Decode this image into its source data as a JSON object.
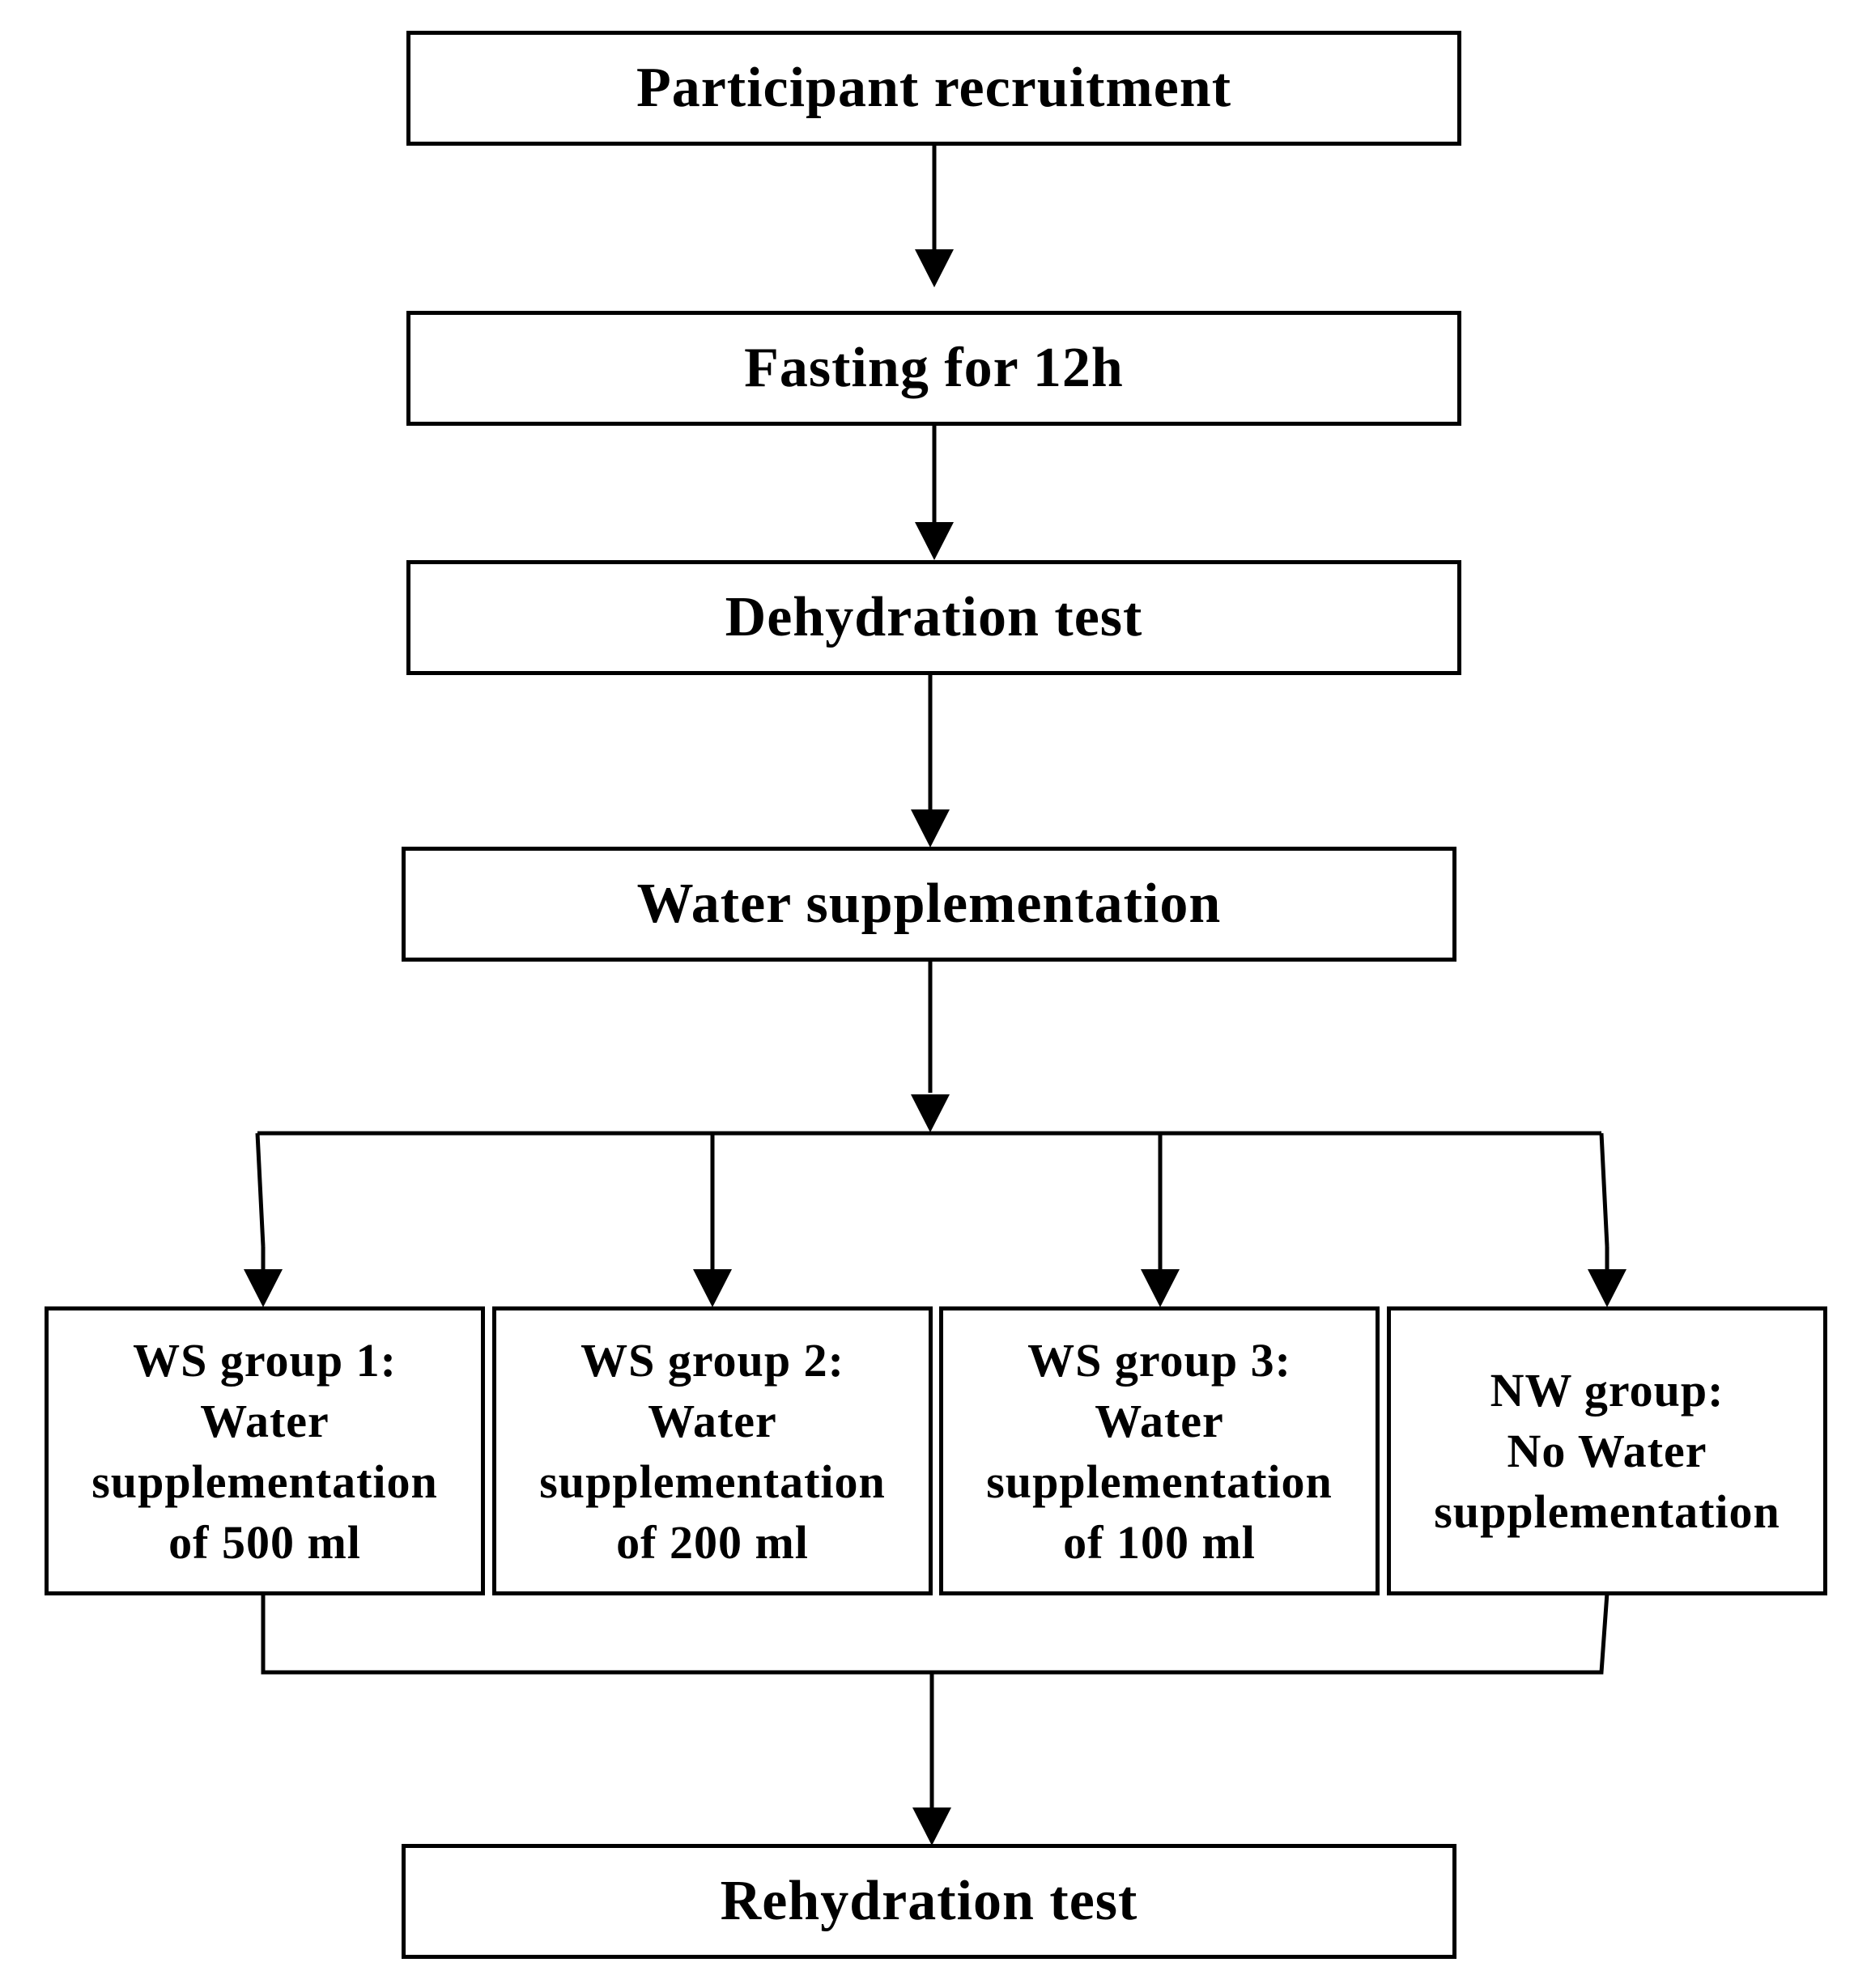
{
  "steps": {
    "recruitment": "Participant recruitment",
    "fasting": "Fasting for 12h",
    "dehydration": "Dehydration test",
    "supplementation": "Water supplementation",
    "rehydration": "Rehydration test"
  },
  "groups": [
    {
      "lines": [
        "WS group 1:",
        "Water",
        "supplementation",
        "of 500 ml"
      ]
    },
    {
      "lines": [
        "WS group 2:",
        "Water",
        "supplementation",
        "of 200 ml"
      ]
    },
    {
      "lines": [
        "WS group 3:",
        "Water",
        "supplementation",
        "of 100 ml"
      ]
    },
    {
      "lines": [
        "NW group:",
        "No Water",
        "supplementation"
      ]
    }
  ]
}
